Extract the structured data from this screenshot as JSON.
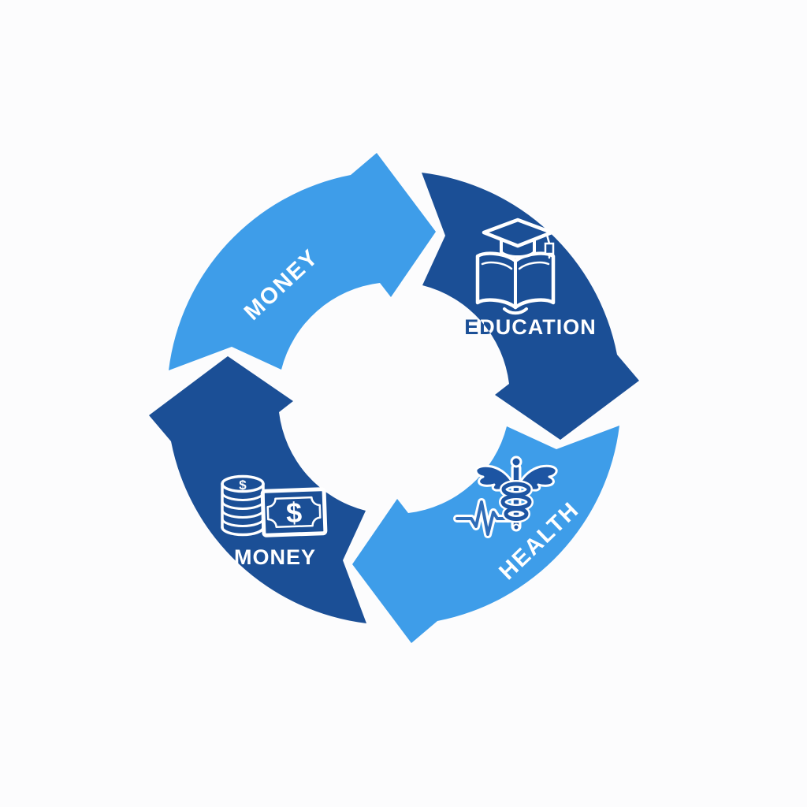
{
  "diagram": {
    "type": "cycle",
    "direction": "clockwise",
    "steps": [
      {
        "id": "money-top",
        "label": "MONEY",
        "segment_color": "light_blue",
        "position": "top-left",
        "icon": null
      },
      {
        "id": "education",
        "label": "EDUCATION",
        "segment_color": "dark_blue",
        "position": "top-right",
        "icon": "graduation-cap-book-icon"
      },
      {
        "id": "health",
        "label": "HEALTH",
        "segment_color": "light_blue",
        "position": "bottom-right",
        "icon": "caduceus-heartbeat-icon"
      },
      {
        "id": "money-bottom",
        "label": "MONEY",
        "segment_color": "dark_blue",
        "position": "bottom-left",
        "icon": "coins-banknote-icon"
      }
    ],
    "currency_symbol": "$"
  },
  "colors": {
    "background": "#FCFCFD",
    "light_blue": "#3E9DE9",
    "dark_blue": "#1B4F96",
    "icon_blue": "#1D55A3",
    "ekg_blue": "#2F6CB8",
    "white": "#FFFFFF"
  }
}
